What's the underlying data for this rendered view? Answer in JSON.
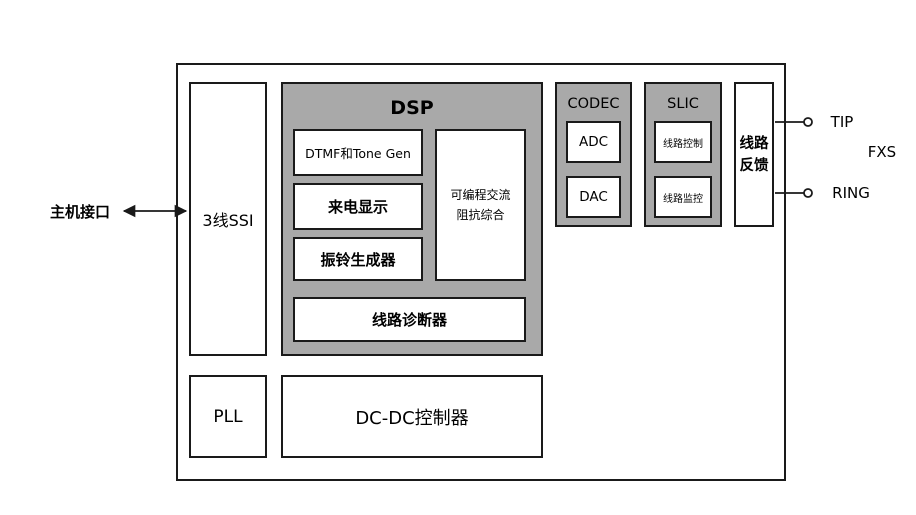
{
  "host_interface": "主机接口",
  "ssi": "3线SSI",
  "pll": "PLL",
  "dcdc": "DC-DC控制器",
  "dsp": {
    "title": "DSP",
    "dtmf": "DTMF和Tone Gen",
    "caller_id": "来电显示",
    "ring_generator": "振铃生成器",
    "impedance_line1": "可编程交流",
    "impedance_line2": "阻抗综合",
    "line_diagnostics": "线路诊断器"
  },
  "codec": {
    "title": "CODEC",
    "adc": "ADC",
    "dac": "DAC"
  },
  "slic": {
    "title": "SLIC",
    "line_control": "线路控制",
    "line_monitor": "线路监控"
  },
  "feedback_line1": "线路",
  "feedback_line2": "反馈",
  "tip": "TIP",
  "fxs": "FXS",
  "ring": "RING"
}
